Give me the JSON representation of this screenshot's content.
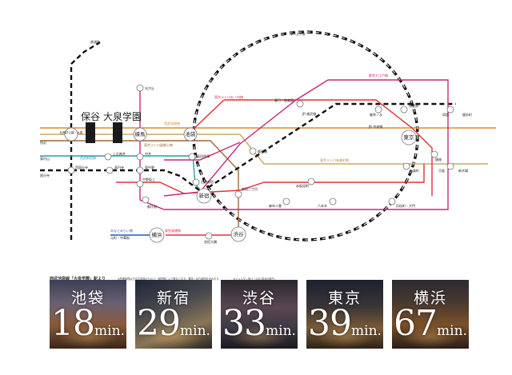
{
  "map": {
    "home_stations": [
      "保谷",
      "大泉学園"
    ],
    "major_stations": {
      "nerima": "練馬",
      "ikebukuro": "池袋",
      "shinjuku": "新宿",
      "shibuya": "渋谷",
      "tokyo": "東京",
      "yokohama": "横浜",
      "shakujii": "石神井公園・大泉"
    },
    "stations": {
      "hikarigaoka": "光が丘",
      "kami_shakujii": "上石神井",
      "nakai": "中井",
      "nishi_kokubunji": "西国分寺",
      "koenji": "高円寺",
      "higashi_nakano": "東中野",
      "nakano_sakaue": "中野坂上",
      "tochomae": "都庁前",
      "takadanobaba": "高田馬場",
      "seibu_shinjuku": "西武新宿",
      "iidabashi": "飯田橋",
      "kasuga": "春日・後楽園",
      "ochanomizu": "御茶ノ水",
      "akihabara": "秋葉原",
      "ryogoku": "両国",
      "ginza": "銀座",
      "tsukishima": "月島",
      "yurakucho": "有楽町",
      "akasaka_mitsuke": "赤坂見附",
      "shinjuku_sanchome": "新宿三丁目",
      "azabu_juban": "麻布十番",
      "roppongi": "六本木",
      "daimon": "浜松町・大門",
      "ikejiri": "池尻大橋",
      "jr_soubu": "JR 総武線",
      "kinshicho": "錦糸町",
      "shin_kiba": "新木場"
    },
    "line_labels": {
      "yamanote": "JR 山手線",
      "chuo": "JR 中央線",
      "sobu": "JR 総武線",
      "seibu_ikebukuro": "西武池袋線",
      "seibu_shinjuku": "西武新宿線",
      "yurakucho": "東京メトロ有楽町線",
      "fukutoshin": "東京メトロ副都心線",
      "marunouchi": "東京メトロ丸ノ内線",
      "oedo": "都営大江戸線",
      "toyoko": "東急東横線",
      "minatomirai": "みなとみらい線",
      "musashino": "JR 武蔵野線",
      "motomachi": "元町・中華街",
      "tokorozawa": "所沢",
      "kokubunji": "国分寺",
      "higashi_murayama": "東村山",
      "minami_urawa": "南浦和"
    },
    "colors": {
      "seibu_ikebukuro": "#e0882a",
      "fukutoshin": "#9c6a3c",
      "yurakucho": "#c9a86c",
      "seibu_shinjuku": "#2a9bb0",
      "marunouchi": "#e0303a",
      "oedo": "#c8287a",
      "toyoko": "#e0304a",
      "minatomirai": "#2a5aa8",
      "jr": "#111111",
      "home_block": "#1a1a1a"
    }
  },
  "caption": {
    "title": "西武池袋線「大泉学園」駅より",
    "note1": "※所要時間は日中平常時のもので、時間帯により異なります。乗換・待ち時間を含みます。",
    "note2": "※ジョルダン調べ（2023年8月現在）"
  },
  "destinations": [
    {
      "name": "池袋",
      "minutes": "18",
      "unit": "min."
    },
    {
      "name": "新宿",
      "minutes": "29",
      "unit": "min."
    },
    {
      "name": "渋谷",
      "minutes": "33",
      "unit": "min."
    },
    {
      "name": "東京",
      "minutes": "39",
      "unit": "min."
    },
    {
      "name": "横浜",
      "minutes": "67",
      "unit": "min."
    }
  ]
}
